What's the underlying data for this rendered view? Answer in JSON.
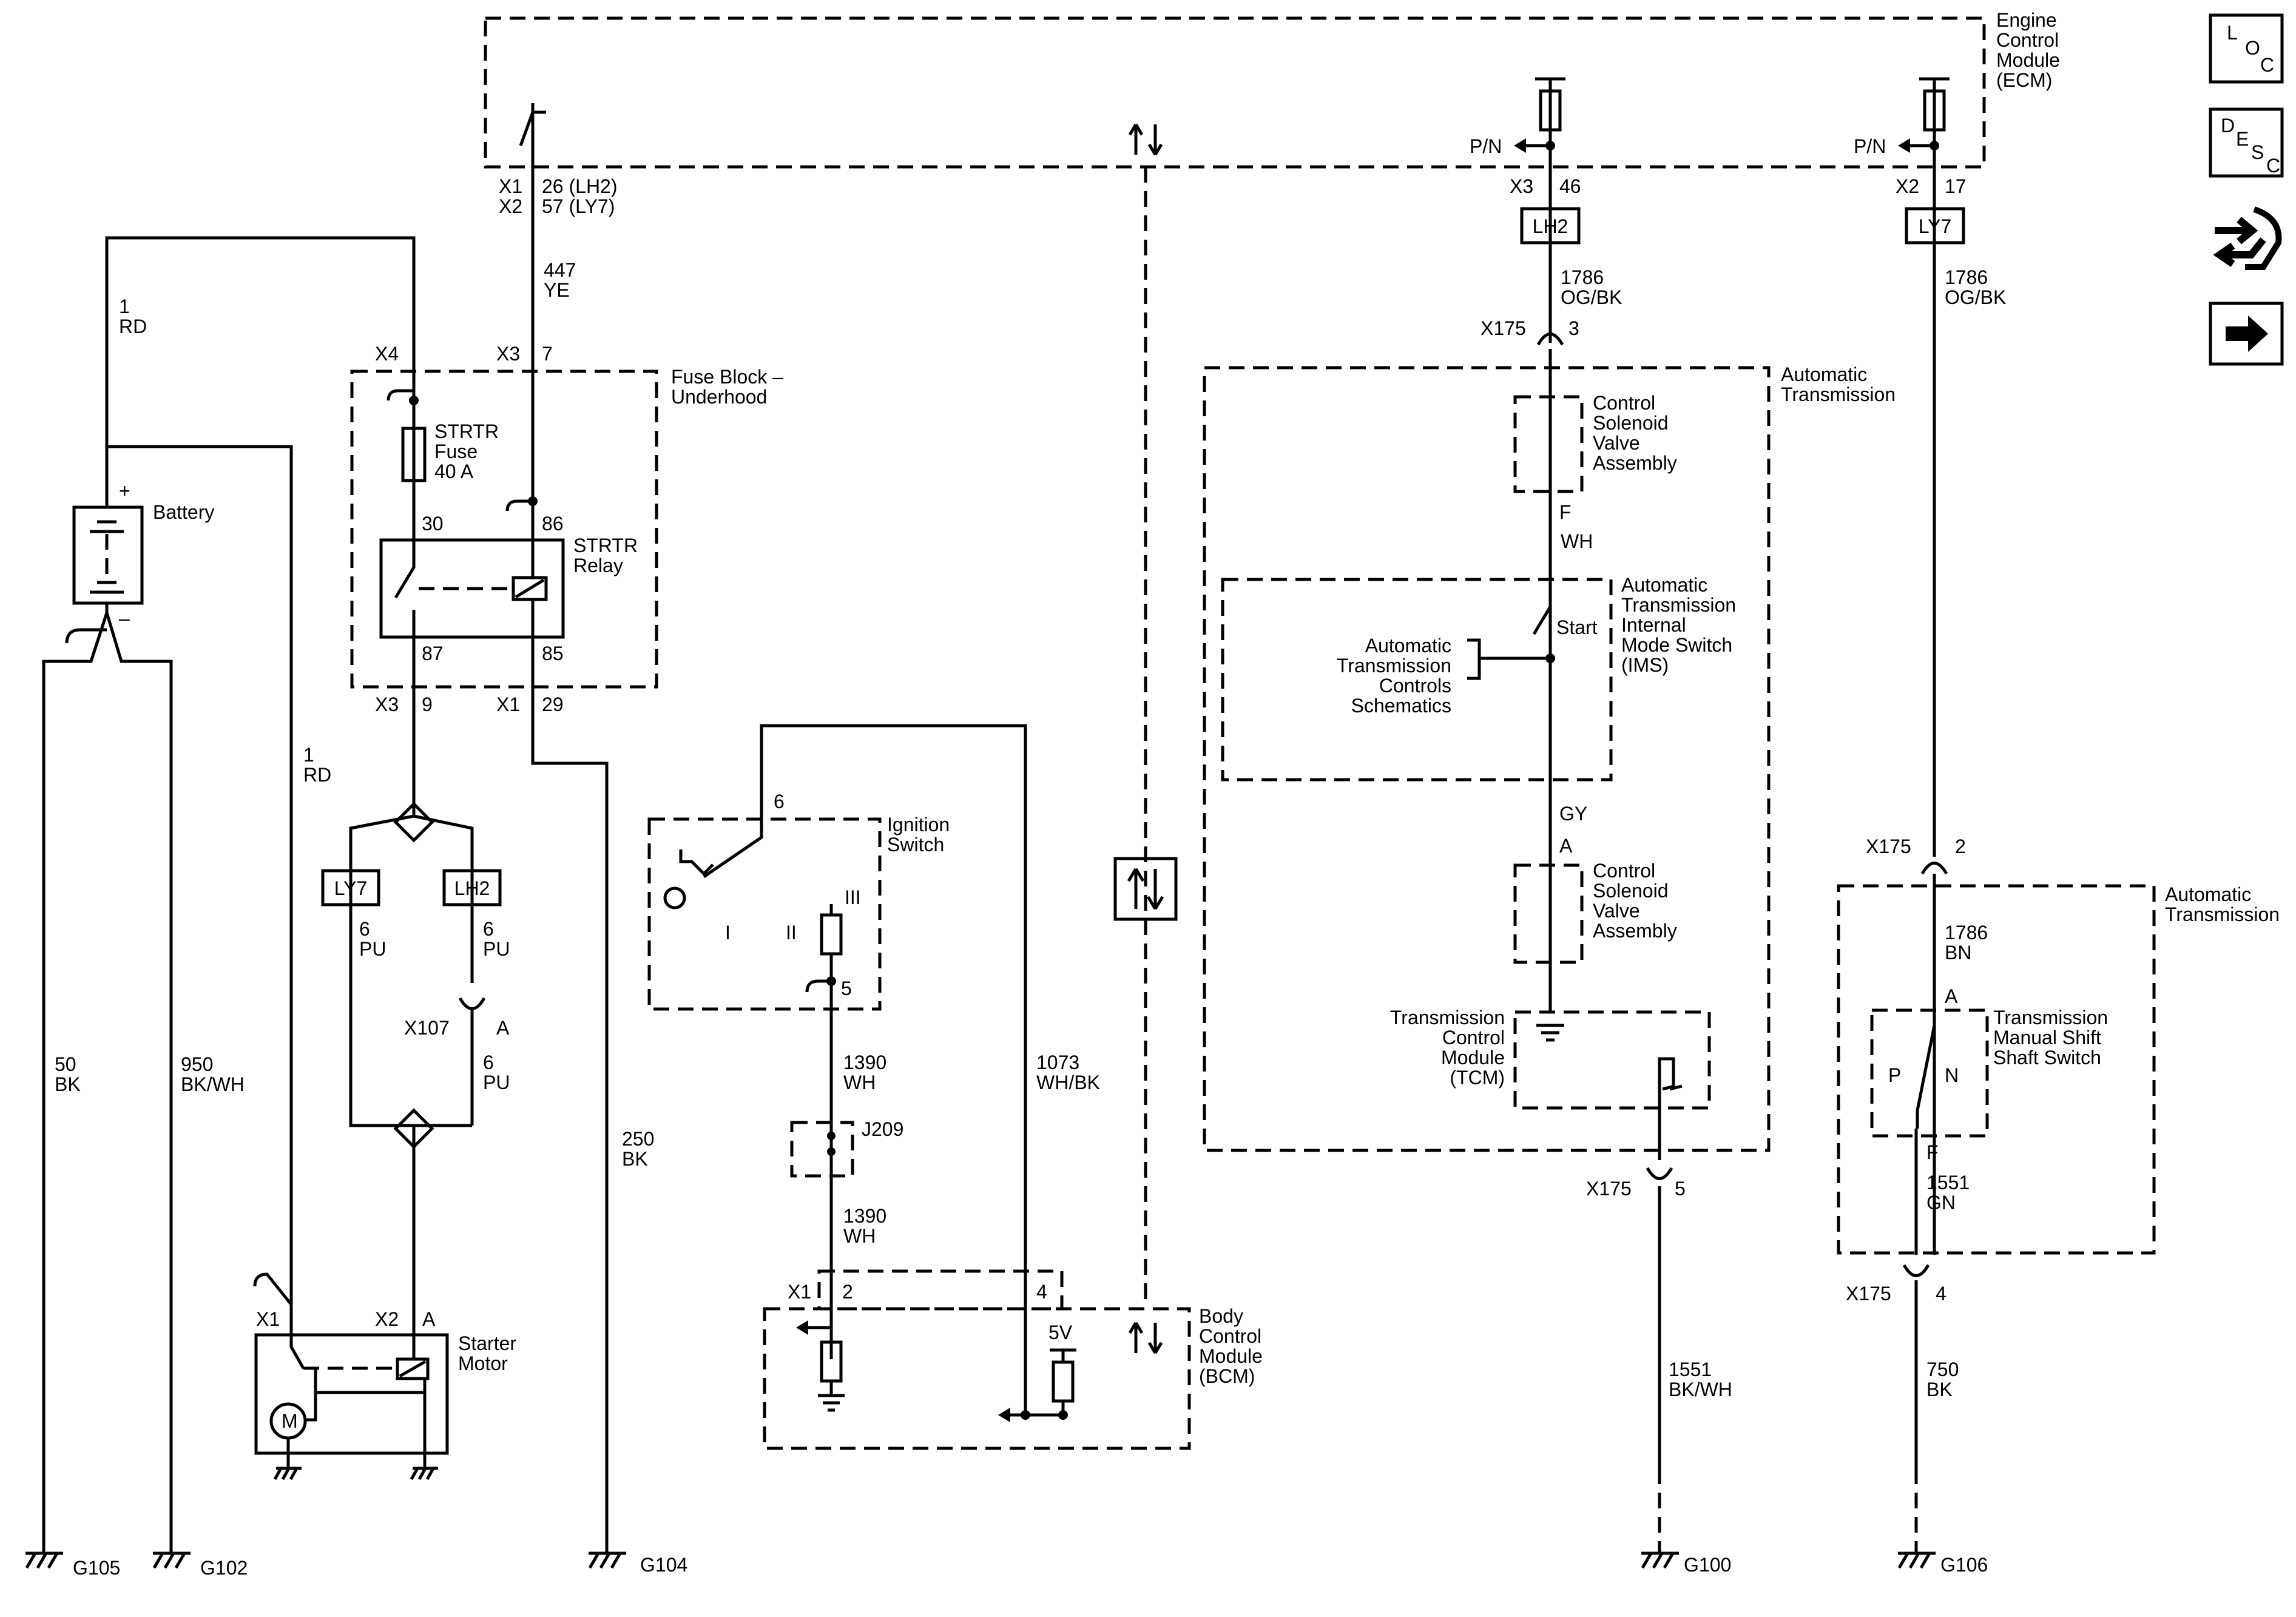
{
  "modules": {
    "ecm": [
      "Engine",
      "Control",
      "Module",
      "(ECM)"
    ],
    "fuse_block": [
      "Fuse Block –",
      "Underhood"
    ],
    "auto_trans_1": [
      "Automatic",
      "Transmission"
    ],
    "auto_trans_2": [
      "Automatic",
      "Transmission"
    ],
    "ignition_switch": [
      "Ignition",
      "Switch"
    ],
    "bcm": [
      "Body",
      "Control",
      "Module",
      "(BCM)"
    ],
    "battery": "Battery",
    "starter_motor": [
      "Starter",
      "Motor"
    ],
    "strtr_relay": [
      "STRTR",
      "Relay"
    ],
    "strtr_fuse": [
      "STRTR",
      "Fuse",
      "40 A"
    ],
    "csv_upper": [
      "Control",
      "Solenoid",
      "Valve",
      "Assembly"
    ],
    "csv_lower": [
      "Control",
      "Solenoid",
      "Valve",
      "Assembly"
    ],
    "ims": [
      "Automatic",
      "Transmission",
      "Internal",
      "Mode Switch",
      "(IMS)"
    ],
    "atcs": [
      "Automatic",
      "Transmission",
      "Controls",
      "Schematics"
    ],
    "tcm": [
      "Transmission",
      "Control",
      "Module",
      "(TCM)"
    ],
    "mss": [
      "Transmission",
      "Manual Shift",
      "Shaft Switch"
    ]
  },
  "wires": {
    "w_1rd_a": [
      "1",
      "RD"
    ],
    "w_1rd_b": [
      "1",
      "RD"
    ],
    "w_447": [
      "447",
      "YE"
    ],
    "w_6pu_a": [
      "6",
      "PU"
    ],
    "w_6pu_b": [
      "6",
      "PU"
    ],
    "w_6pu_c": [
      "6",
      "PU"
    ],
    "w_50": [
      "50",
      "BK"
    ],
    "w_950": [
      "950",
      "BK/WH"
    ],
    "w_250": [
      "250",
      "BK"
    ],
    "w_1390_a": [
      "1390",
      "WH"
    ],
    "w_1390_b": [
      "1390",
      "WH"
    ],
    "w_1073": [
      "1073",
      "WH/BK"
    ],
    "w_1786_a": [
      "1786",
      "OG/BK"
    ],
    "w_1786_b": [
      "1786",
      "OG/BK"
    ],
    "w_1786_c": [
      "1786",
      "BN"
    ],
    "w_1551_a": [
      "1551",
      "BK/WH"
    ],
    "w_1551_b": [
      "1551",
      "GN"
    ],
    "w_750": [
      "750",
      "BK"
    ],
    "w_f_wh": [
      "F",
      "WH"
    ],
    "w_gy": "GY",
    "w_a": "A"
  },
  "pins": {
    "ecm_pin_x1": "X1",
    "ecm_pin_x2": "X2",
    "ecm_pin_26": "26 (LH2)",
    "ecm_pin_57": "57 (LY7)",
    "ecm_x3": "X3",
    "ecm_46": "46",
    "ecm_x2b": "X2",
    "ecm_17": "17",
    "pn_1": "P/N",
    "pn_2": "P/N",
    "fb_x4": "X4",
    "fb_x3": "X3",
    "fb_7": "7",
    "fb_30": "30",
    "fb_86": "86",
    "fb_87": "87",
    "fb_85": "85",
    "fb_x3b": "X3",
    "fb_9": "9",
    "fb_x1": "X1",
    "fb_29": "29",
    "x107": "X107",
    "x107_a": "A",
    "ign_6": "6",
    "ign_5": "5",
    "ign_i": "I",
    "ign_ii": "II",
    "ign_iii": "III",
    "j209": "J209",
    "bcm_x1": "X1",
    "bcm_2": "2",
    "bcm_4": "4",
    "bcm_5v": "5V",
    "sm_x1": "X1",
    "sm_x2": "X2",
    "sm_a": "A",
    "sm_m": "M",
    "x175_3": "X175",
    "x175_3n": "3",
    "x175_2": "X175",
    "x175_2n": "2",
    "x175_5": "X175",
    "x175_5n": "5",
    "x175_4": "X175",
    "x175_4n": "4",
    "ims_start": "Start",
    "mss_a": "A",
    "mss_p": "P",
    "mss_n": "N",
    "mss_f": "F",
    "batt_plus": "+",
    "batt_minus": "–"
  },
  "tags": {
    "ly7_a": "LY7",
    "lh2_a": "LH2",
    "lh2_b": "LH2",
    "ly7_b": "LY7"
  },
  "grounds": {
    "g105": "G105",
    "g102": "G102",
    "g104": "G104",
    "g100": "G100",
    "g106": "G106"
  },
  "nav": {
    "loc": [
      "L",
      "O",
      "C"
    ],
    "desc": [
      "D",
      "E",
      "S",
      "C"
    ]
  }
}
